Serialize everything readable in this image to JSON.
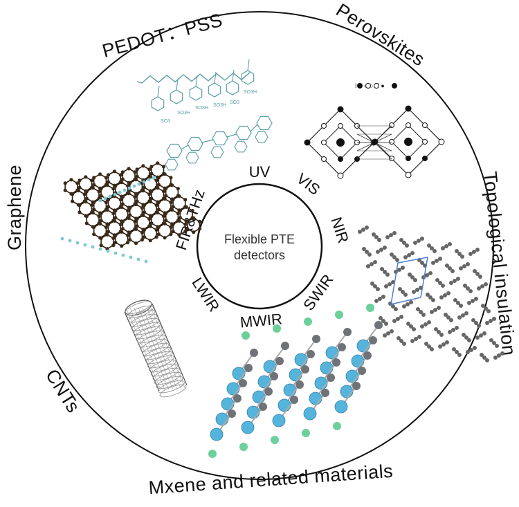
{
  "diagram": {
    "center": {
      "line1": "Flexible PTE",
      "line2": "detectors"
    },
    "spectral_bands": [
      "UV",
      "VIS",
      "NIR",
      "SWIR",
      "MWIR",
      "LWIR",
      "FIR&THz"
    ],
    "materials": [
      "PEDOT：PSS",
      "Perovskites",
      "Topological insulation",
      "Mxene and related materials",
      "CNTs",
      "Graphene"
    ],
    "pedot_labels": {
      "so3_a": "SO3",
      "so3h_a": "SO3H",
      "so3h_b": "SO3H",
      "so3h_c": "SO3H",
      "so3_b": "SO3",
      "so3h_d": "SO3H"
    },
    "perovskite_legend": "I ● ○ ○ V ●",
    "colors": {
      "ring": "#111111",
      "pedot": "#5a9ea6",
      "graphene_atom": "#3a2a1a",
      "graphene_h": "#7fc8d6",
      "mxene_blue": "#55b4dc",
      "mxene_green": "#6cd09a",
      "mxene_grey": "#6f7276",
      "cnt": "#555555",
      "topo": "#666666",
      "topo_cell": "#4a7fd0"
    }
  }
}
